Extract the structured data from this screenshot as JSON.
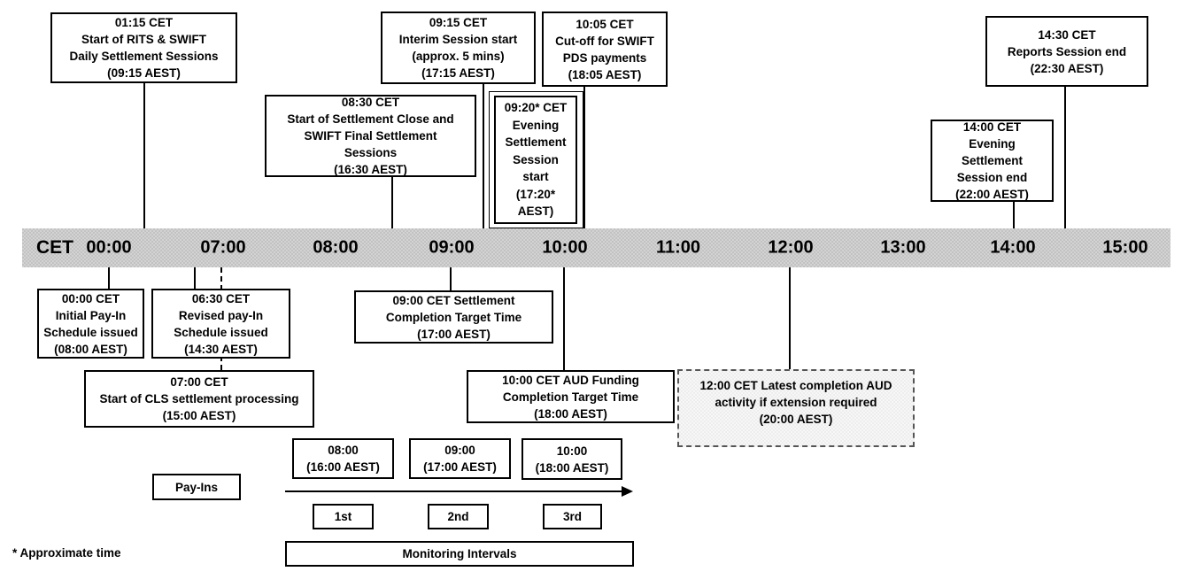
{
  "timeline": {
    "label": "CET",
    "ticks": [
      "00:00",
      "07:00",
      "08:00",
      "09:00",
      "10:00",
      "11:00",
      "12:00",
      "13:00",
      "14:00",
      "15:00"
    ]
  },
  "events": {
    "rits_swift_start": {
      "lines": [
        "01:15 CET",
        "Start of RITS & SWIFT",
        "Daily Settlement Sessions",
        "(09:15 AEST)"
      ]
    },
    "interim_session_start": {
      "lines": [
        "09:15 CET",
        "Interim Session start",
        "(approx. 5 mins)",
        "(17:15 AEST)"
      ]
    },
    "swift_pds_cutoff": {
      "lines": [
        "10:05 CET",
        "Cut-off for SWIFT",
        "PDS payments",
        "(18:05 AEST)"
      ]
    },
    "settlement_close_start": {
      "lines": [
        "08:30 CET",
        "Start of Settlement Close and",
        "SWIFT Final Settlement",
        "Sessions",
        "(16:30 AEST)"
      ]
    },
    "evening_session_start": {
      "lines": [
        "09:20* CET",
        "Evening",
        "Settlement",
        "Session",
        "start",
        "(17:20*",
        "AEST)"
      ]
    },
    "evening_session_end": {
      "lines": [
        "14:00 CET",
        "Evening",
        "Settlement",
        "Session end",
        "(22:00 AEST)"
      ]
    },
    "reports_session_end": {
      "lines": [
        "14:30 CET",
        "Reports Session end",
        "(22:30 AEST)"
      ]
    },
    "initial_payin": {
      "lines": [
        "00:00 CET",
        "Initial Pay-In",
        "Schedule issued",
        "(08:00 AEST)"
      ]
    },
    "revised_payin": {
      "lines": [
        "06:30 CET",
        "Revised pay-In",
        "Schedule issued",
        "(14:30 AEST)"
      ]
    },
    "cls_processing_start": {
      "lines": [
        "07:00 CET",
        "Start of CLS settlement processing",
        "(15:00 AEST)"
      ]
    },
    "settlement_completion_target": {
      "lines": [
        "09:00 CET Settlement",
        "Completion Target Time",
        "(17:00 AEST)"
      ]
    },
    "aud_funding_target": {
      "lines": [
        "10:00 CET AUD Funding",
        "Completion Target Time",
        "(18:00 AEST)"
      ]
    },
    "latest_completion_extension": {
      "lines": [
        "12:00 CET Latest completion AUD",
        "activity if extension required",
        "(20:00 AEST)"
      ]
    }
  },
  "pay_ins": {
    "label": "Pay-Ins",
    "deadlines": [
      [
        "08:00",
        "(16:00 AEST)"
      ],
      [
        "09:00",
        "(17:00 AEST)"
      ],
      [
        "10:00",
        "(18:00 AEST)"
      ]
    ],
    "intervals": [
      "1st",
      "2nd",
      "3rd"
    ],
    "monitoring_label": "Monitoring Intervals"
  },
  "footnote": "* Approximate time"
}
